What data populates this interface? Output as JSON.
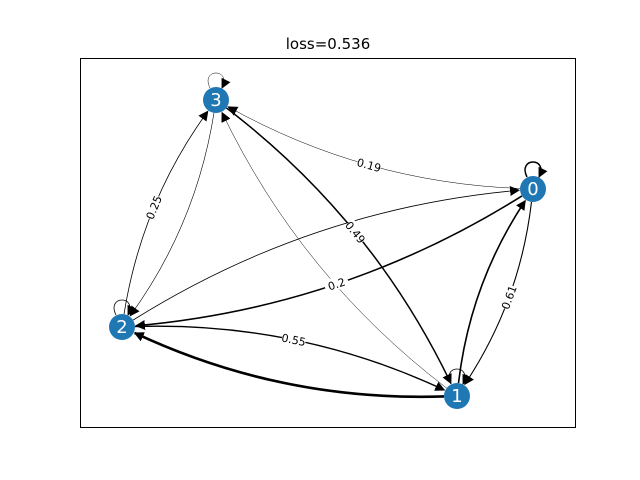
{
  "title": "loss=0.536",
  "colors": {
    "node": "#1f77b4",
    "edge": "#000000",
    "background": "#ffffff"
  },
  "nodes": [
    {
      "id": "0",
      "label": "0"
    },
    {
      "id": "1",
      "label": "1"
    },
    {
      "id": "2",
      "label": "2"
    },
    {
      "id": "3",
      "label": "3"
    }
  ],
  "edges": [
    {
      "from": "0",
      "to": "0",
      "label": ""
    },
    {
      "from": "1",
      "to": "1",
      "label": ""
    },
    {
      "from": "2",
      "to": "2",
      "label": ""
    },
    {
      "from": "3",
      "to": "3",
      "label": ""
    },
    {
      "from": "0",
      "to": "3",
      "label": "0.19"
    },
    {
      "from": "0",
      "to": "2",
      "label": "0.2"
    },
    {
      "from": "2",
      "to": "0",
      "label": ""
    },
    {
      "from": "0",
      "to": "1",
      "label": "0.61"
    },
    {
      "from": "1",
      "to": "0",
      "label": ""
    },
    {
      "from": "3",
      "to": "1",
      "label": "0.49"
    },
    {
      "from": "1",
      "to": "3",
      "label": ""
    },
    {
      "from": "2",
      "to": "3",
      "label": "0.25"
    },
    {
      "from": "3",
      "to": "2",
      "label": ""
    },
    {
      "from": "2",
      "to": "1",
      "label": "0.55"
    },
    {
      "from": "1",
      "to": "2",
      "label": ""
    }
  ]
}
